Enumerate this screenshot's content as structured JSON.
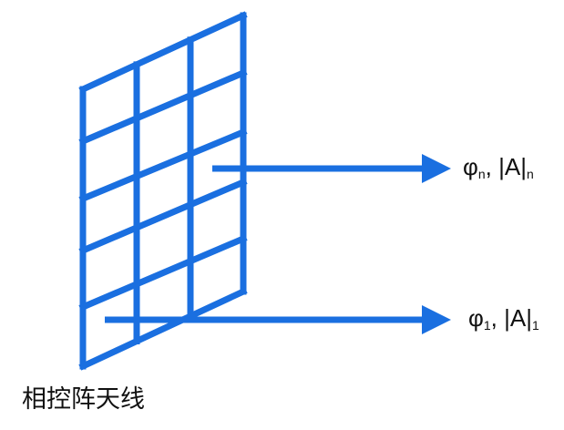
{
  "diagram": {
    "color": "#1a6fe0",
    "caption": "相控阵天线",
    "array": {
      "columns": 3,
      "rows": 5
    },
    "outputs": [
      {
        "phase": "φ",
        "sep": ", ",
        "amp": "|A|",
        "index": "n"
      },
      {
        "phase": "φ",
        "sep": ", ",
        "amp": "|A|",
        "index": "1"
      }
    ]
  }
}
